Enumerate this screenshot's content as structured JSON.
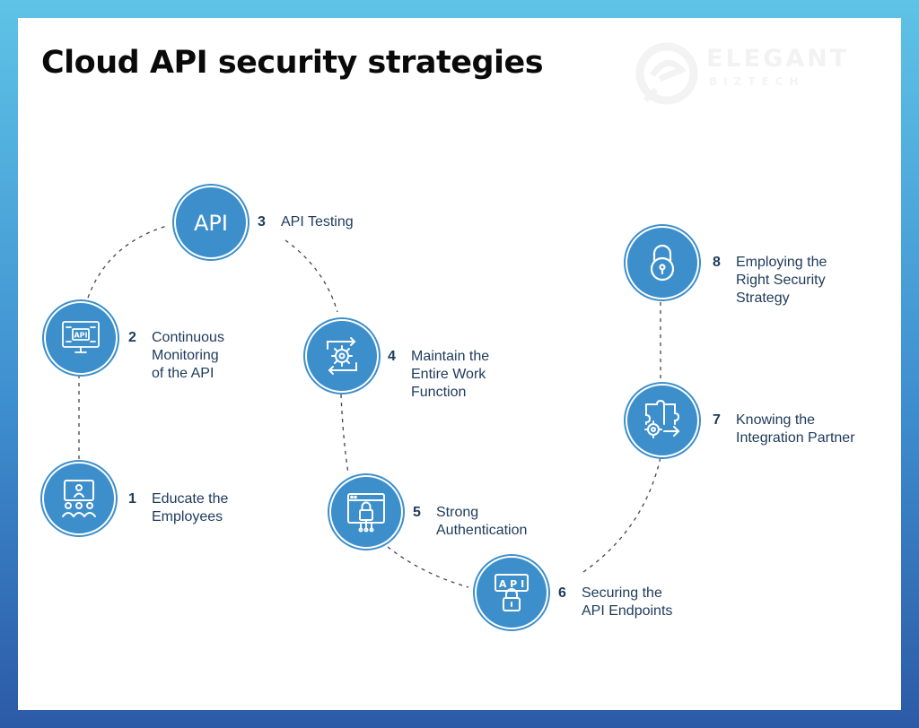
{
  "title": "Cloud API security strategies",
  "logo": {
    "name": "ELEGANT",
    "sub": "BIZTECH"
  },
  "colors": {
    "node": "#3d8fcb",
    "text": "#1d3a5a",
    "dash": "#444444"
  },
  "steps": [
    {
      "num": "1",
      "label": "Educate the\nEmployees",
      "icon": "presentation-icon"
    },
    {
      "num": "2",
      "label": "Continuous\nMonitoring\nof the API",
      "icon": "api-monitor-icon"
    },
    {
      "num": "3",
      "label": "API Testing",
      "icon": "api-icon"
    },
    {
      "num": "4",
      "label": "Maintain the\nEntire Work\nFunction",
      "icon": "gear-cycle-icon"
    },
    {
      "num": "5",
      "label": "Strong\nAuthentication",
      "icon": "browser-lock-icon"
    },
    {
      "num": "6",
      "label": "Securing the\nAPI Endpoints",
      "icon": "api-lock-icon"
    },
    {
      "num": "7",
      "label": "Knowing the\nIntegration Partner",
      "icon": "puzzle-gear-icon"
    },
    {
      "num": "8",
      "label": "Employing the\nRight Security\nStrategy",
      "icon": "padlock-icon"
    }
  ],
  "icon_text": {
    "api": "API",
    "api_small": "API",
    "api_spaced": "A P I"
  }
}
